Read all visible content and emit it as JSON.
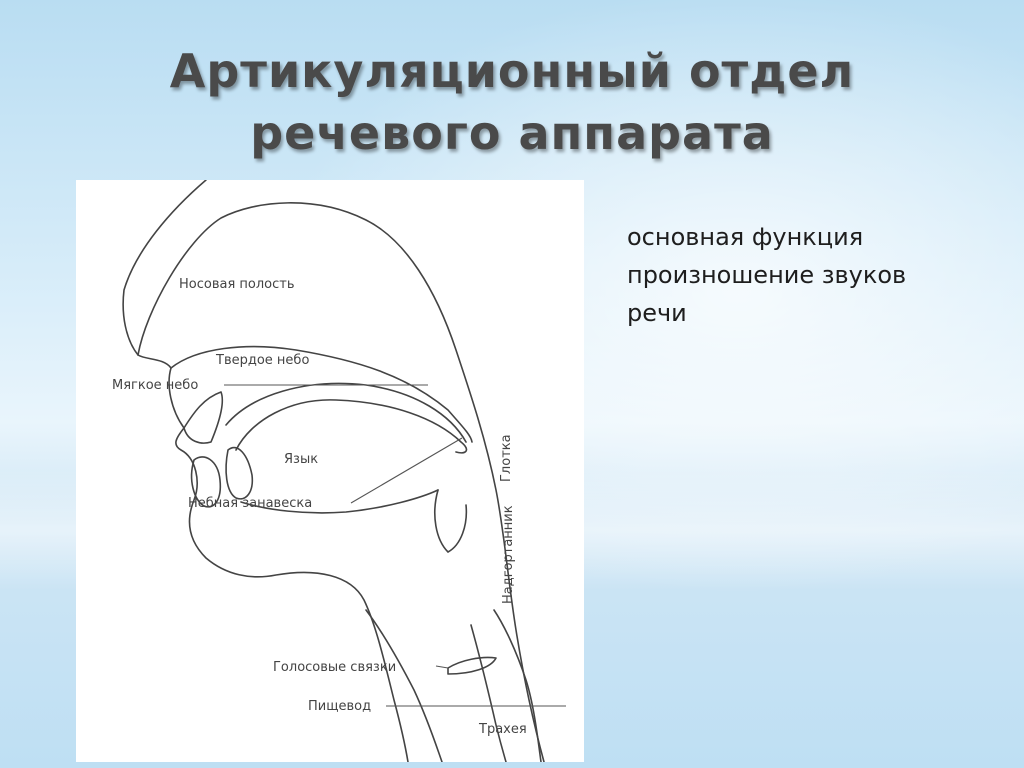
{
  "slide": {
    "title_lines": [
      "Артикуляционный отдел",
      "речевого аппарата"
    ],
    "description_lines": [
      "основная функция",
      "произношение звуков",
      "речи"
    ]
  },
  "diagram": {
    "labels": {
      "nasal_cavity": "Носовая полость",
      "hard_palate": "Твердое небо",
      "soft_palate": "Мягкое небо",
      "tongue": "Язык",
      "velum": "Небная занавеска",
      "pharynx": "Глотка",
      "epiglottis": "Надгортанник",
      "vocal_cords": "Голосовые связки",
      "esophagus": "Пищевод",
      "trachea": "Трахея"
    }
  }
}
